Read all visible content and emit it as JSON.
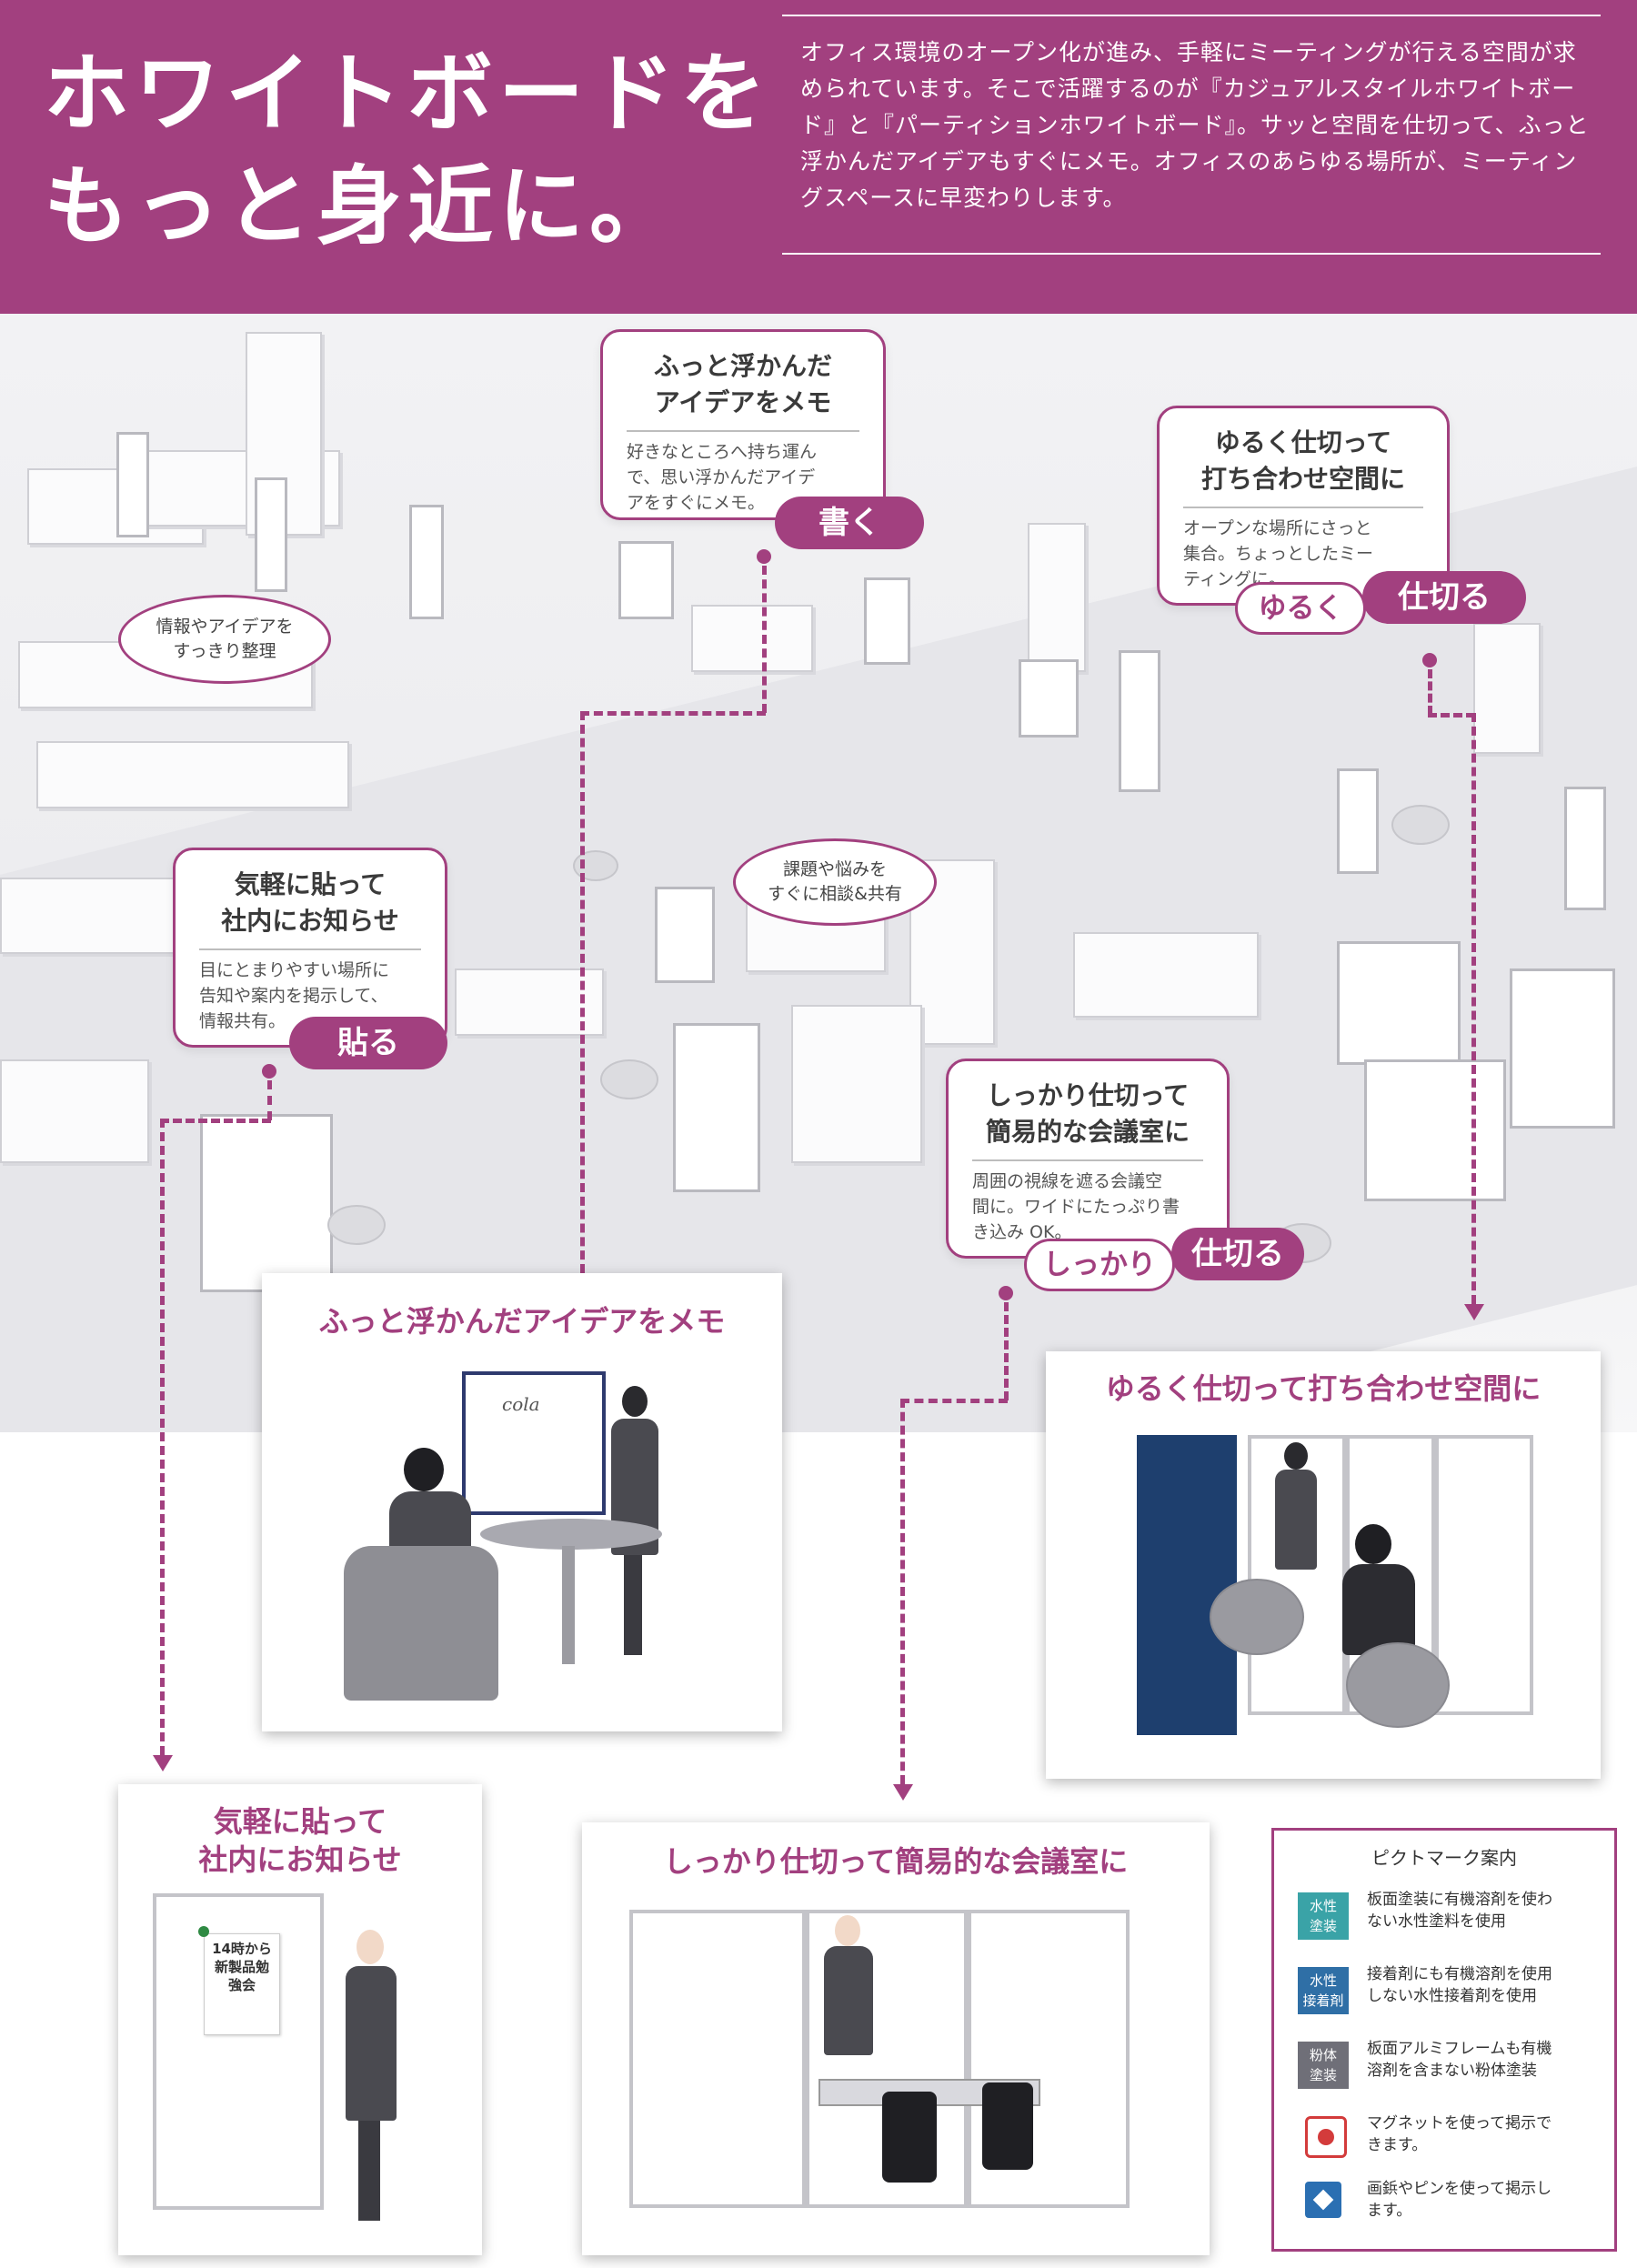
{
  "header": {
    "headline": "ホワイトボードを\nもっと身近に。",
    "intro": "オフィス環境のオープン化が進み、手軽にミーティングが行える空間が求められています。そこで活躍するのが『カジュアルスタイルホワイトボード』と『パーティションホワイトボード』。サッと空間を仕切って、ふっと浮かんだアイデアもすぐにメモ。オフィスのあらゆる場所が、ミーティングスペースに早変わりします。"
  },
  "callouts": {
    "memo": {
      "title": "ふっと浮かんだ\nアイデアをメモ",
      "body": "好きなところへ持ち運ん\nで、思い浮かんだアイデ\nアをすぐにメモ。",
      "pill": "書く"
    },
    "loose": {
      "title": "ゆるく仕切って\n打ち合わせ空間に",
      "body": "オープンな場所にさっと\n集合。ちょっとしたミー\nティングに。",
      "pill_white": "ゆるく",
      "pill": "仕切る"
    },
    "notice": {
      "title": "気軽に貼って\n社内にお知らせ",
      "body": "目にとまりやすい場所に\n告知や案内を掲示して、\n情報共有。",
      "pill": "貼る"
    },
    "meeting": {
      "title": "しっかり仕切って\n簡易的な会議室に",
      "body": "周囲の視線を遮る会議空\n間に。ワイドにたっぷり書\nき込み OK。",
      "pill_white": "しっかり",
      "pill": "仕切る"
    }
  },
  "bubbles": {
    "organize": "情報やアイデアを\nすっきり整理",
    "consult": "課題や悩みを\nすぐに相談&共有"
  },
  "photos": {
    "memo": {
      "title": "ふっと浮かんだアイデアをメモ",
      "board_text": "cola"
    },
    "loose": {
      "title": "ゆるく仕切って打ち合わせ空間に"
    },
    "notice": {
      "title": "気軽に貼って\n社内にお知らせ",
      "poster": "14時から\n新製品勉強会"
    },
    "meeting": {
      "title": "しっかり仕切って簡易的な会議室に"
    }
  },
  "legend": {
    "title": "ピクトマーク案内",
    "items": [
      {
        "badge": "水性\n塗装",
        "color": "#3aa3a7",
        "text": "板面塗装に有機溶剤を使わ\nない水性塗料を使用"
      },
      {
        "badge": "水性\n接着剤",
        "color": "#2f6fa6",
        "text": "接着剤にも有機溶剤を使用\nしない水性接着剤を使用"
      },
      {
        "badge": "粉体\n塗装",
        "color": "#6f6f78",
        "text": "板面アルミフレームも有機\n溶剤を含まない粉体塗装"
      },
      {
        "badge": "",
        "icon": "magnet-icon",
        "color": "#d33b3b",
        "text": "マグネットを使って掲示で\nきます。"
      },
      {
        "badge": "",
        "icon": "pin-icon",
        "color": "#2b6fb2",
        "text": "画鋲やピンを使って掲示し\nます。"
      }
    ]
  },
  "colors": {
    "accent": "#a2407f"
  }
}
